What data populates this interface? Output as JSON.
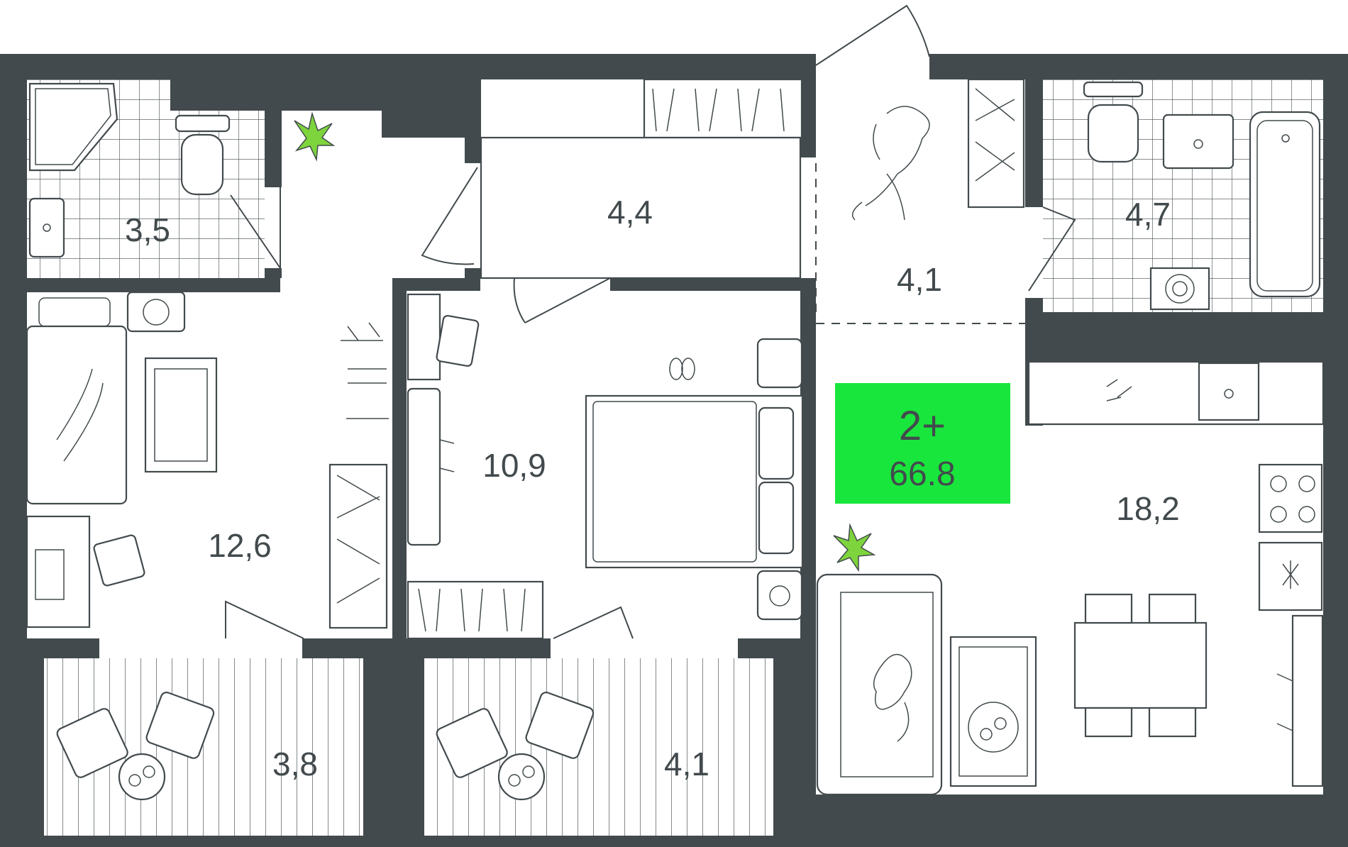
{
  "badge": {
    "rooms": "2+",
    "total_area": "66.8",
    "color": "#19e63c"
  },
  "colors": {
    "wall": "#424a4d",
    "plant": "#7ed43c"
  },
  "rooms": {
    "bathroom_left": "3,5",
    "corridor": "4,4",
    "hall": "4,1",
    "bathroom_right": "4,7",
    "bedroom_left": "12,6",
    "bedroom_center": "10,9",
    "kitchen_living": "18,2",
    "balcony_left": "3,8",
    "balcony_center": "4,1"
  }
}
